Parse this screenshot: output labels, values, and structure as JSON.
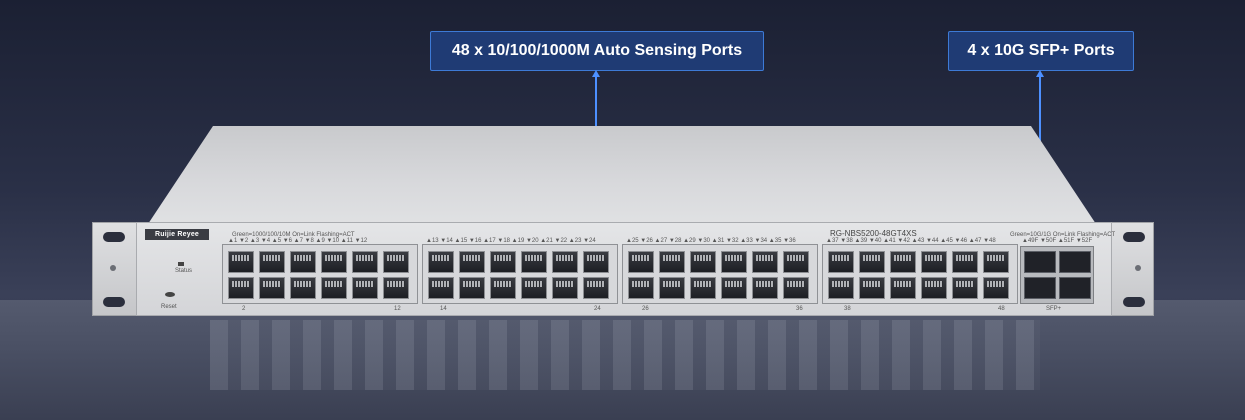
{
  "callouts": {
    "rj45": "48 x 10/100/1000M Auto Sensing Ports",
    "sfp": "4 x 10G SFP+ Ports"
  },
  "switch": {
    "brand": "Ruijie Reyee",
    "model": "RG-NBS5200-48GT4XS",
    "status_label": "Status",
    "reset_label": "Reset",
    "legend_left": "Green=1000/100/10M  On=Link  Flashing=ACT",
    "legend_right": "Green=10G/1G  On=Link  Flashing=ACT",
    "sfp_label": "SFP+",
    "port_group_labels": [
      {
        "row": "▲1 ▼2 ▲3 ▼4 ▲5 ▼6 ▲7 ▼8 ▲9 ▼10 ▲11 ▼12",
        "bottom_left": "2",
        "bottom_right": "12"
      },
      {
        "row": "▲13 ▼14 ▲15 ▼16 ▲17 ▼18 ▲19 ▼20 ▲21 ▼22 ▲23 ▼24",
        "bottom_left": "14",
        "bottom_right": "24"
      },
      {
        "row": "▲25 ▼26 ▲27 ▼28 ▲29 ▼30 ▲31 ▼32 ▲33 ▼34 ▲35 ▼36",
        "bottom_left": "26",
        "bottom_right": "36"
      },
      {
        "row": "▲37 ▼38 ▲39 ▼40 ▲41 ▼42 ▲43 ▼44 ▲45 ▼46 ▲47 ▼48",
        "bottom_left": "38",
        "bottom_right": "48"
      }
    ],
    "sfp_row": "▲49F ▼50F ▲51F ▼52F"
  },
  "colors": {
    "callout_bg": "#1f3b74",
    "callout_border": "#3d7ad6",
    "leader": "#4d90ff",
    "highlight": "#2c7bff"
  }
}
